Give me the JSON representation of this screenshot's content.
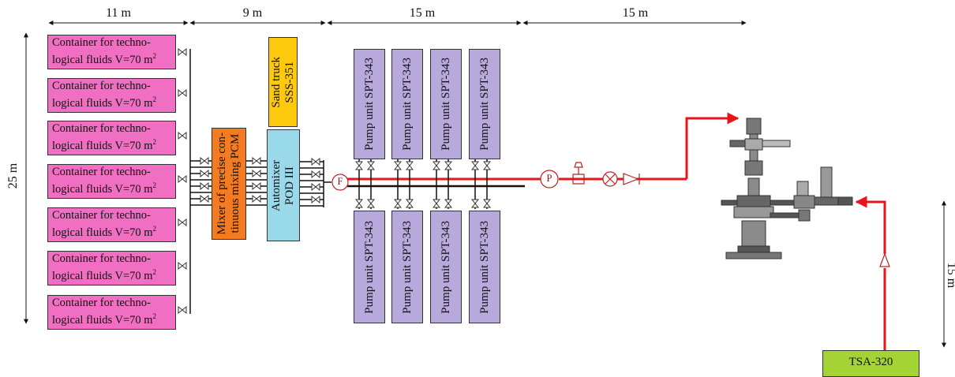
{
  "dimensions": {
    "top": [
      "11 m",
      "9 m",
      "15 m",
      "15 m"
    ],
    "left": "25 m",
    "right": "15 m"
  },
  "containers": [
    {
      "line1": "Container for techno-",
      "line2": "logical fluids V=70 m",
      "sup": "2"
    },
    {
      "line1": "Container for techno-",
      "line2": "logical fluids V=70 m",
      "sup": "2"
    },
    {
      "line1": "Container for techno-",
      "line2": "logical fluids V=70 m",
      "sup": "2"
    },
    {
      "line1": "Container for techno-",
      "line2": "logical fluids V=70 m",
      "sup": "2"
    },
    {
      "line1": "Container for techno-",
      "line2": "logical fluids V=70 m",
      "sup": "2"
    },
    {
      "line1": "Container for techno-",
      "line2": "logical fluids V=70 m",
      "sup": "2"
    },
    {
      "line1": "Container for techno-",
      "line2": "logical fluids V=70 m",
      "sup": "2"
    }
  ],
  "mixer": {
    "line1": "Mixer of precise con-",
    "line2": "tinuous mixing PCM",
    "color": "#f47b20"
  },
  "automixer": {
    "line1": "Automixer",
    "line2": "POD III",
    "color": "#99d9ea"
  },
  "sand_truck": {
    "line1": "Sand truck",
    "line2": "SSS-351",
    "color": "#ffc90e"
  },
  "pumps_top": [
    "Pump unit SPT-343",
    "Pump unit SPT-343",
    "Pump unit SPT-343",
    "Pump unit SPT-343"
  ],
  "pumps_bottom": [
    "Pump unit SPT-343",
    "Pump unit SPT-343",
    "Pump unit SPT-343",
    "Pump unit SPT-343"
  ],
  "flow_meter": "F",
  "pressure_gauge": "P",
  "tsa": {
    "label": "TSA-320",
    "color": "#a3d334"
  },
  "colors": {
    "container": "#f06fc2",
    "pump": "#b8a9dc",
    "line_red": "#e8141c"
  }
}
